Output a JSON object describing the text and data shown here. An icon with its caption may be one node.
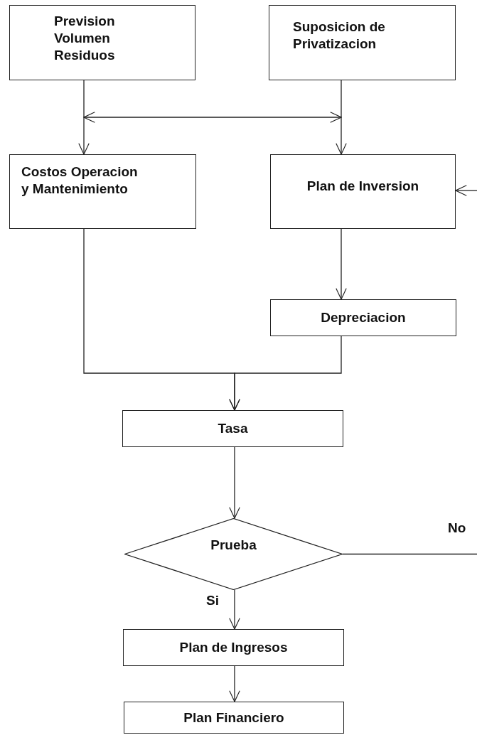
{
  "diagram": {
    "nodes": [
      {
        "text": [
          "Prevision Volumen Residuos"
        ]
      },
      {
        "text": [
          "Suposicion de Privatizacion"
        ]
      },
      {
        "text": [
          "Costos Operacion y Mantenimiento"
        ]
      },
      {
        "text": [
          "Plan de Inversion"
        ]
      },
      {
        "text": [
          "Depreciacion"
        ]
      },
      {
        "text": [
          "Tasa"
        ]
      },
      {
        "text": [
          "Prueba"
        ]
      },
      {
        "text": [
          "Plan de Ingresos"
        ]
      },
      {
        "text": [
          "Plan Financiero"
        ]
      }
    ],
    "edges": [
      {
        "from": 0,
        "to": 2,
        "arrow": "to"
      },
      {
        "from": 1,
        "to": 3,
        "arrow": "to"
      },
      {
        "from": 0,
        "to": 1,
        "arrow": "both"
      },
      {
        "from": null,
        "to": 3,
        "arrow": "to"
      },
      {
        "from": 3,
        "to": 4,
        "arrow": "to"
      },
      {
        "from": 2,
        "to": 5,
        "arrow": "to"
      },
      {
        "from": 4,
        "to": 5,
        "arrow": "to"
      },
      {
        "from": 5,
        "to": 6,
        "arrow": "to"
      },
      {
        "from": 6,
        "to": 7,
        "arrow": "to",
        "label": "Si"
      },
      {
        "from": 7,
        "to": 8,
        "arrow": "to"
      },
      {
        "from": 6,
        "to": null,
        "arrow": "none",
        "label": "No"
      }
    ]
  }
}
